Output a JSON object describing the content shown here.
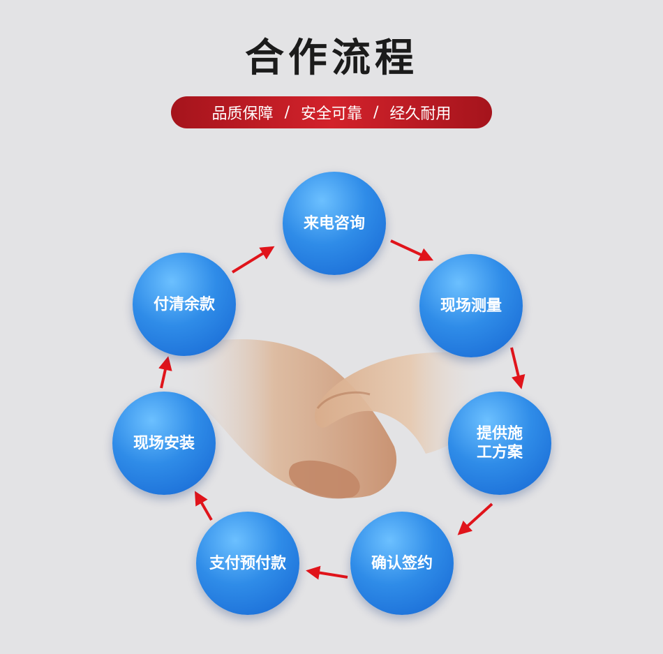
{
  "header": {
    "title": "合作流程",
    "tagline": {
      "item1": "品质保障",
      "sep1": "/",
      "item2": "安全可靠",
      "sep2": "/",
      "item3": "经久耐用"
    }
  },
  "steps": {
    "consult": [
      "来电咨询"
    ],
    "measure": [
      "现场测量"
    ],
    "plan": [
      "提供施",
      "工方案"
    ],
    "sign": [
      "确认签约"
    ],
    "deposit": [
      "支付预付款"
    ],
    "install": [
      "现场安装"
    ],
    "balance": [
      "付清余款"
    ]
  },
  "colors": {
    "accent_red": "#d2222b",
    "circle_blue": "#2f8ce8",
    "background": "#e3e3e5"
  }
}
